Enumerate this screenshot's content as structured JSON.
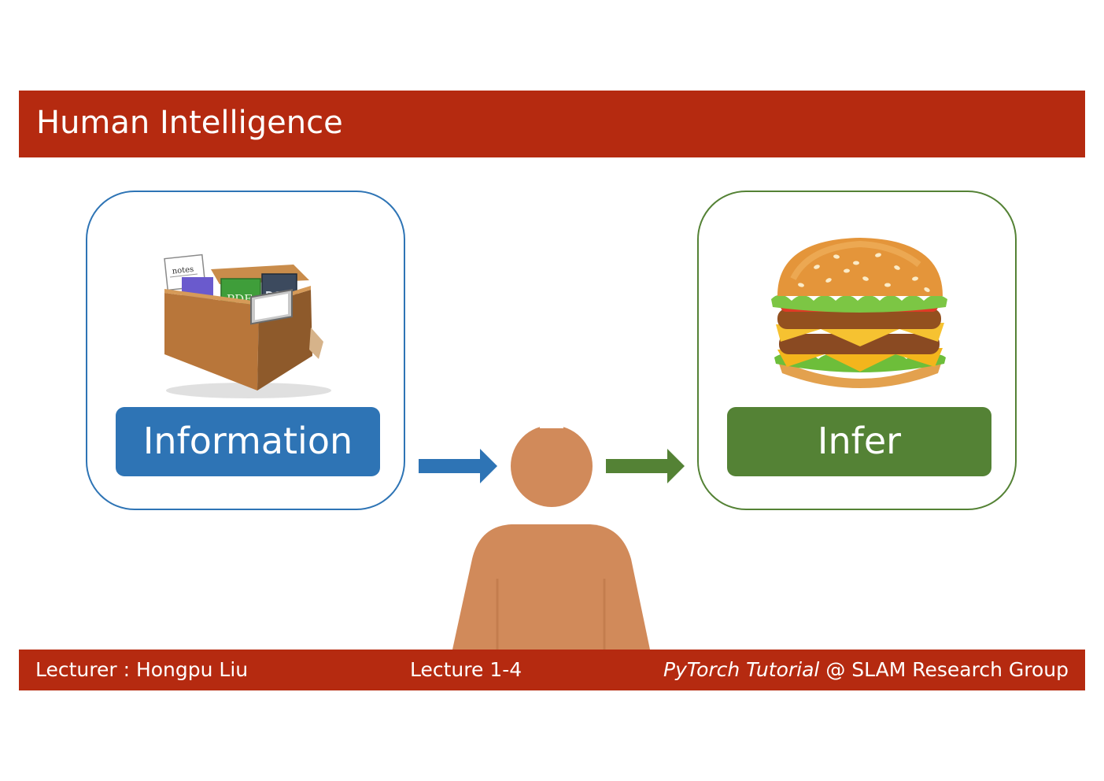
{
  "slide": {
    "title": "Human Intelligence"
  },
  "diagram": {
    "input_label": "Information",
    "output_label": "Infer",
    "box_labels": {
      "notes": "notes",
      "pdfs": "PDFs",
      "docs": "DOCS"
    },
    "icons": {
      "input": "file-box-icon",
      "person": "person-icon",
      "output": "hamburger-icon"
    },
    "colors": {
      "input": "#2E74B5",
      "output": "#548235",
      "person": "#D18A5A",
      "accent": "#B52A10"
    }
  },
  "footer": {
    "lecturer": "Lecturer : Hongpu Liu",
    "lecture": "Lecture 1-4",
    "course_italic": "PyTorch Tutorial",
    "course_rest": " @ SLAM Research Group"
  }
}
